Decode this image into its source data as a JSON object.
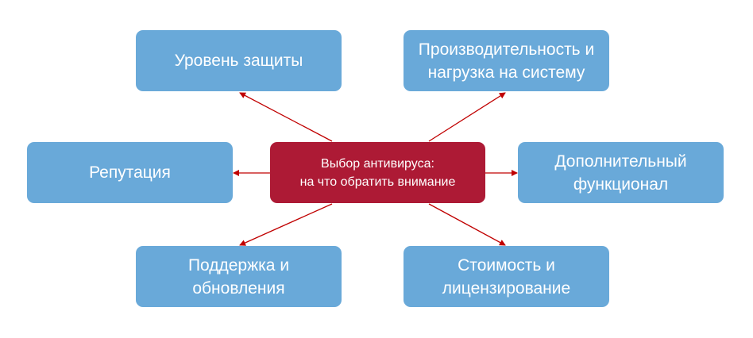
{
  "diagram": {
    "center": "Выбор антивируса:\nна что обратить внимание",
    "nodes": {
      "top_left": "Уровень защиты",
      "top_right": "Производительность и\nнагрузка на систему",
      "mid_left": "Репутация",
      "mid_right": "Дополнительный\nфункционал",
      "bottom_left": "Поддержка и\nобновления",
      "bottom_right": "Стоимость и\nлицензирование"
    }
  },
  "colors": {
    "node_fill": "#69a9d9",
    "center_fill": "#ad1a35",
    "arrow": "#c00000",
    "text": "#ffffff"
  }
}
